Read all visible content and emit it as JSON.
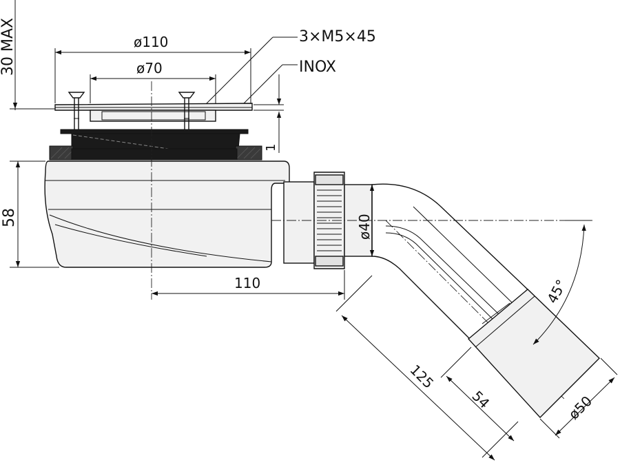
{
  "labels": {
    "height_max": "30 MAX",
    "dia_flange": "ø110",
    "dia_grate": "ø70",
    "screws": "3×M5×45",
    "material": "INOX",
    "small_dim": "1",
    "body_height": "58",
    "outlet_offset": "110",
    "dia_outlet": "ø40",
    "angle": "45°",
    "length_total": "125",
    "length_socket": "54",
    "dia_socket": "ø50"
  }
}
